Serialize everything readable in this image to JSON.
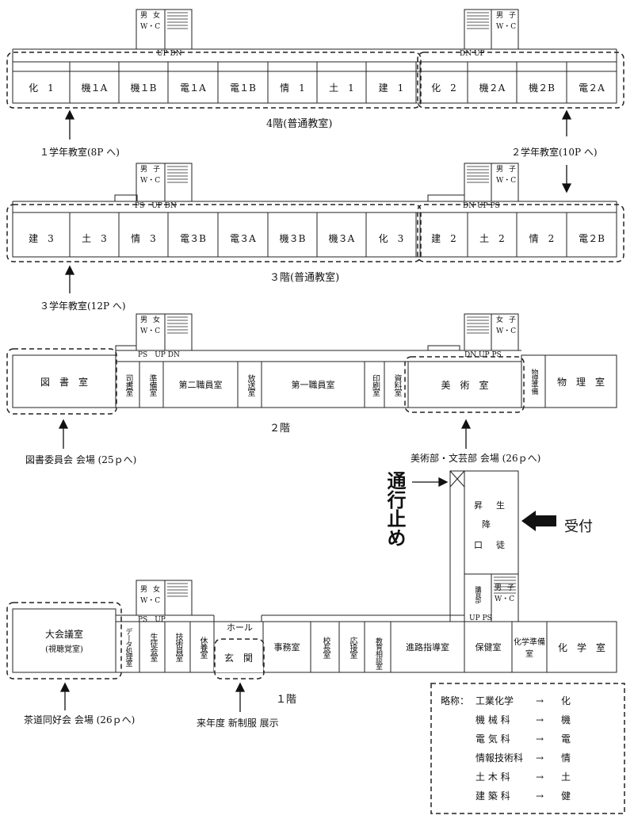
{
  "floor4": {
    "title": "4階(普通教室)",
    "rooms_left": [
      "化　1",
      "機１A",
      "機１B",
      "電１A",
      "電１B",
      "情　1",
      "土　1",
      "建　1"
    ],
    "rooms_right": [
      "化　2",
      "機２A",
      "機２B",
      "電２A"
    ],
    "wc_left": [
      "男",
      "女",
      "W・C"
    ],
    "wc_right": [
      "男",
      "子",
      "W・C"
    ],
    "stair_left": "UP DN",
    "stair_right": "DN UP",
    "note_left": "１学年教室(8P へ)",
    "note_right": "２学年教室(10P へ)"
  },
  "floor3": {
    "title": "３階(普通教室)",
    "rooms_left": [
      "建　3",
      "土　3",
      "情　3",
      "電３B",
      "電３A",
      "機３B",
      "機３A",
      "化　3"
    ],
    "rooms_right": [
      "建　2",
      "土　2",
      "情　2",
      "電２B"
    ],
    "wc_left": [
      "男",
      "子",
      "W・C"
    ],
    "wc_right": [
      "男",
      "子",
      "W・C"
    ],
    "stair_left": "PS　UP DN",
    "stair_right": "DN UP PS",
    "note_left": "３学年教室(12P へ)"
  },
  "floor2": {
    "title": "２階",
    "rooms": {
      "library": "図　書　室",
      "shishoshitsu": "司書室",
      "junbishitsu": "準備室",
      "staff2": "第二職員室",
      "broadcast": "放送室",
      "staff1": "第一職員室",
      "print": "印刷室",
      "archive": "資料室",
      "art": "美　術　室",
      "phys_prep": "物理準備",
      "physics": "物　理　室"
    },
    "wc_left": [
      "男",
      "女",
      "W・C"
    ],
    "wc_right": [
      "女",
      "子",
      "W・C"
    ],
    "stair_left": "PS　UP DN",
    "stair_right": "DN UP PS",
    "note_left": "図書委員会 会場 (25ｐへ)",
    "note_right": "美術部・文芸部 会場 (26ｐへ)"
  },
  "floor1": {
    "title": "１階",
    "rooms": {
      "assembly": "大会議室",
      "assembly_sub": "(視聴覚室)",
      "data": "データ処理室",
      "student_council": "生徒会室",
      "tech_staff": "技術員室",
      "rest": "休養室",
      "hall": "ホール",
      "entrance": "玄　関",
      "office": "事務室",
      "principal": "校長室",
      "reception": "応接室",
      "counsel": "教育相談室",
      "career": "進路指導室",
      "health": "保健室",
      "chem_prep": "化学準備室",
      "chemistry": "化　学　室",
      "shoe_area": [
        "昇",
        "生",
        "降",
        "口",
        "徒"
      ],
      "shop": "購買部"
    },
    "wc_left": [
      "男",
      "女",
      "W・C"
    ],
    "wc_right": [
      "男",
      "子",
      "W・C"
    ],
    "stair_left": "PS　UP",
    "stair_right": "UP PS",
    "note_left": "茶道同好会 会場 (26ｐへ)",
    "note_center": "来年度 新制服 展示",
    "closed": "通行止め",
    "reception_label": "受付"
  },
  "legend": {
    "title": "略称：",
    "rows": [
      [
        "工業化学",
        "→",
        "化"
      ],
      [
        "機 械 科",
        "→",
        "機"
      ],
      [
        "電 気 科",
        "→",
        "電"
      ],
      [
        "情報技術科",
        "→",
        "情"
      ],
      [
        "土 木 科",
        "→",
        "土"
      ],
      [
        "建 築 科",
        "→",
        "健"
      ]
    ]
  }
}
